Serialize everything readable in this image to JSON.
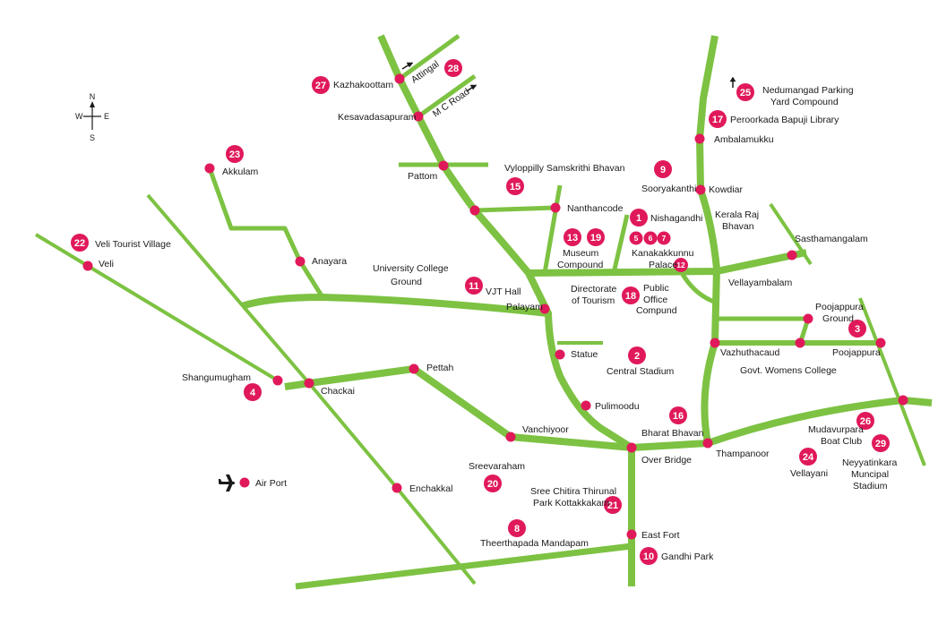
{
  "colors": {
    "road": "#7dc242",
    "badge": "#e0195a",
    "text": "#1a1a1a"
  },
  "compass": {
    "n": "N",
    "s": "S",
    "e": "E",
    "w": "W"
  },
  "legend": {
    "airport": "Air Port",
    "icon": "airplane-icon"
  },
  "badges": {
    "b1": "1",
    "b2": "2",
    "b3": "3",
    "b4": "4",
    "b5": "5",
    "b6": "6",
    "b7": "7",
    "b8": "8",
    "b9": "9",
    "b10": "10",
    "b11": "11",
    "b12": "12",
    "b13": "13",
    "b15": "15",
    "b16": "16",
    "b17": "17",
    "b18": "18",
    "b19": "19",
    "b20": "20",
    "b21": "21",
    "b22": "22",
    "b23": "23",
    "b24": "24",
    "b25": "25",
    "b26": "26",
    "b27": "27",
    "b28": "28",
    "b29": "29"
  },
  "labels": {
    "kazhakoottam": "Kazhakoottam",
    "attingal": "Attingal",
    "mc_road": "M C Road",
    "kesavadasapuram": "Kesavadasapuram",
    "pattom": "Pattom",
    "vyloppilly": "Vyloppilly Samskrithi Bhavan",
    "nanthancode": "Nanthancode",
    "sooryakanthi": "Sooryakanthi",
    "kowdiar": "Kowdiar",
    "nishagandhi": "Nishagandhi",
    "kerala_raj_1": "Kerala Raj",
    "kerala_raj_2": "Bhavan",
    "kanakakkunnu_1": "Kanakakkunnu",
    "kanakakkunnu_2": "Palace",
    "museum_1": "Museum",
    "museum_2": "Compound",
    "nedumangad_1": "Nedumangad Parking",
    "nedumangad_2": "Yard Compound",
    "peroorkada": "Peroorkada Bapuji Library",
    "ambalamukku": "Ambalamukku",
    "sasthamangalam": "Sasthamangalam",
    "akkulam": "Akkulam",
    "veli_tourist": "Veli Tourist Village",
    "veli": "Veli",
    "anayara": "Anayara",
    "university_1": "University College",
    "university_2": "Ground",
    "vjt_hall": "VJT Hall",
    "palayam": "Palayam",
    "directorate_1": "Directorate",
    "directorate_2": "of Tourism",
    "public_office_1": "Public",
    "public_office_2": "Office",
    "public_office_3": "Compund",
    "vellayambalam": "Vellayambalam",
    "poojappura_ground_1": "Poojappura",
    "poojappura_ground_2": "Ground",
    "poojappura": "Poojappura",
    "vazhuthacaud": "Vazhuthacaud",
    "govt_womens": "Govt. Womens College",
    "statue": "Statue",
    "central_stadium": "Central Stadium",
    "shangumugham": "Shangumugham",
    "chackai": "Chackai",
    "pettah": "Pettah",
    "pulimoodu": "Pulimoodu",
    "bharat_bhavan": "Bharat Bhavan",
    "vanchiyoor": "Vanchiyoor",
    "over_bridge": "Over Bridge",
    "thampanoor": "Thampanoor",
    "mudavurpara_1": "Mudavurpara",
    "mudavurpara_2": "Boat Club",
    "neyyatinkara_1": "Neyyatinkara",
    "neyyatinkara_2": "Muncipal",
    "neyyatinkara_3": "Stadium",
    "vellayani": "Vellayani",
    "sreevaraham": "Sreevaraham",
    "sree_chitira_1": "Sree Chitira Thirunal",
    "sree_chitira_2": "Park Kottakkakam",
    "enchakkal": "Enchakkal",
    "theerthapada": "Theerthapada Mandapam",
    "east_fort": "East Fort",
    "gandhi_park": "Gandhi Park"
  }
}
